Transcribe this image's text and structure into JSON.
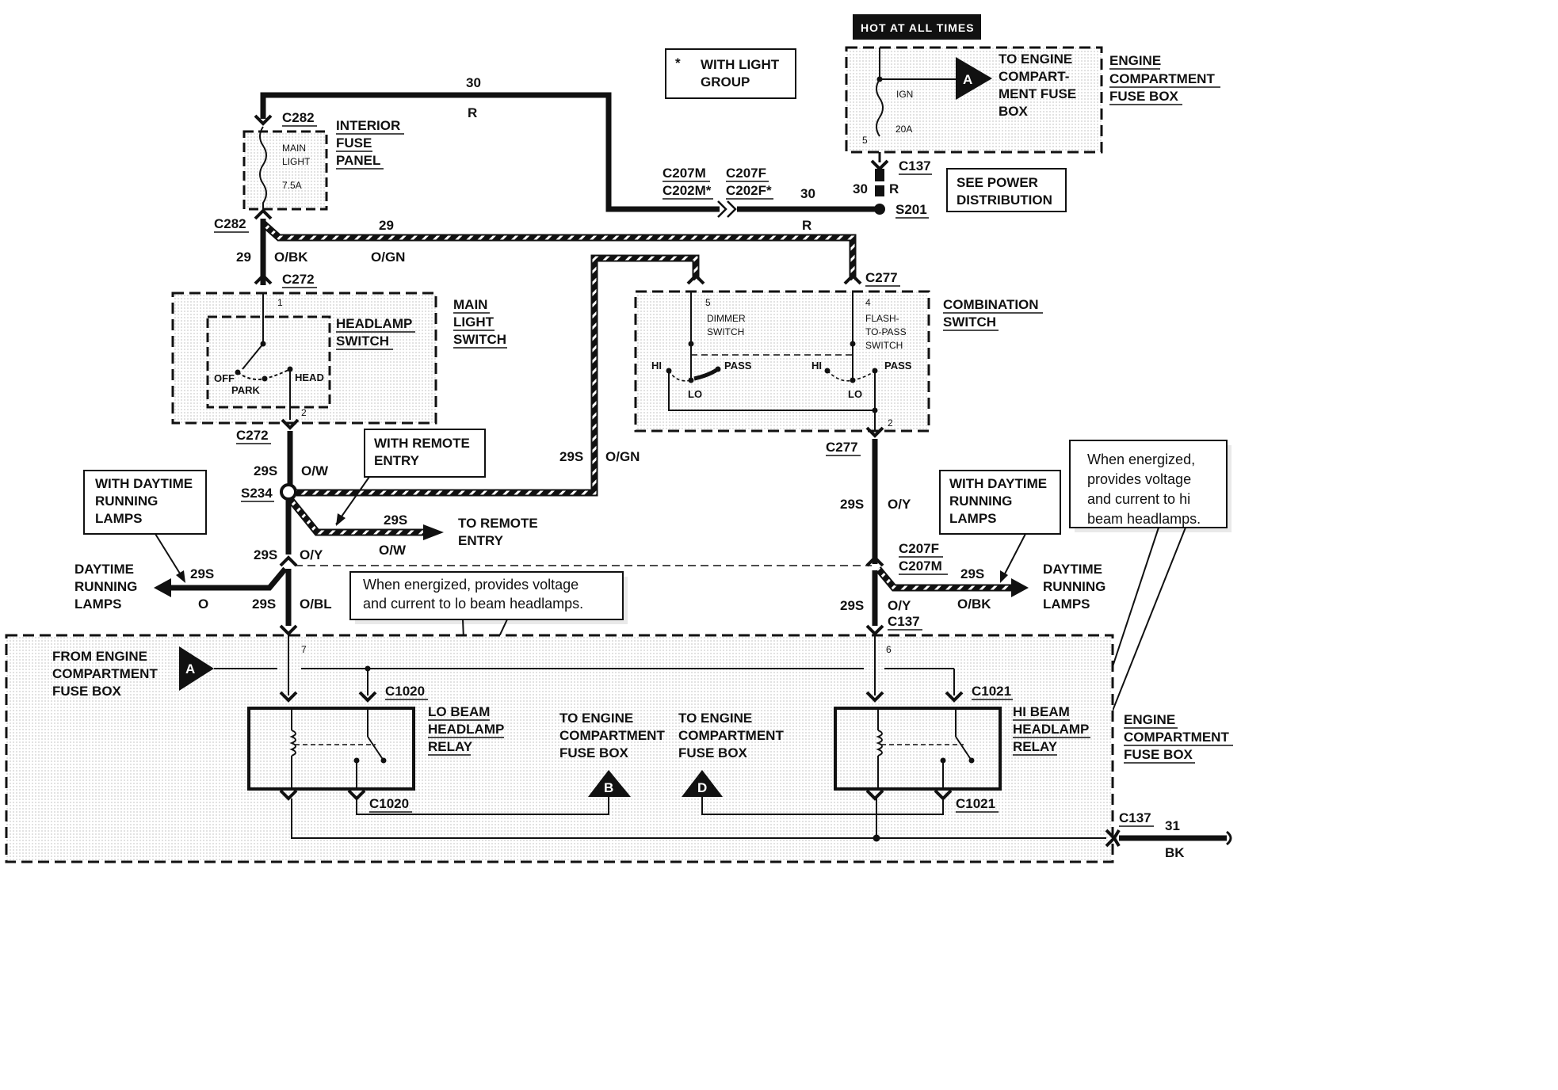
{
  "hot_at_all_times": "HOT AT ALL TIMES",
  "legend": {
    "star": "*",
    "line1": "WITH LIGHT",
    "line2": "GROUP"
  },
  "engine_fuse_top": {
    "arrow_letter": "A",
    "to_lines": [
      "TO ENGINE",
      "COMPART-",
      "MENT FUSE",
      "BOX"
    ],
    "ign": "IGN",
    "amp": "20A",
    "pin": "5",
    "title": [
      "ENGINE",
      "COMPARTMENT",
      "FUSE BOX"
    ]
  },
  "see_power": [
    "SEE POWER",
    "DISTRIBUTION"
  ],
  "interior_fuse": {
    "title": [
      "INTERIOR",
      "FUSE",
      "PANEL"
    ],
    "fuse": [
      "MAIN",
      "LIGHT",
      "7.5A"
    ]
  },
  "main_light_switch": {
    "title": [
      "MAIN",
      "LIGHT",
      "SWITCH"
    ],
    "inner": [
      "HEADLAMP",
      "SWITCH"
    ],
    "positions": {
      "off": "OFF",
      "park": "PARK",
      "head": "HEAD"
    },
    "pin_top": "1",
    "pin_bottom": "2"
  },
  "combination_switch": {
    "title": [
      "COMBINATION",
      "SWITCH"
    ],
    "dimmer": [
      "DIMMER",
      "SWITCH"
    ],
    "flash": [
      "FLASH-",
      "TO-PASS",
      "SWITCH"
    ],
    "pin5": "5",
    "pin4": "4",
    "pin2": "2",
    "hi": "HI",
    "lo": "LO",
    "pass": "PASS"
  },
  "connectors": {
    "c282": "C282",
    "c272": "C272",
    "c277": "C277",
    "c207m": "C207M",
    "c202m": "C202M*",
    "c207f": "C207F",
    "c202f": "C202F*",
    "c137": "C137",
    "s201": "S201",
    "s234": "S234",
    "c1020": "C1020",
    "c1021": "C1021"
  },
  "wires": {
    "w30": "30",
    "r": "R",
    "w29": "29",
    "obk": "O/BK",
    "ogn": "O/GN",
    "w29s": "29S",
    "ow": "O/W",
    "oy": "O/Y",
    "o": "O",
    "obl": "O/BL",
    "w31": "31",
    "bk": "BK"
  },
  "remote_entry": {
    "box": [
      "WITH REMOTE",
      "ENTRY"
    ],
    "to": [
      "TO REMOTE",
      "ENTRY"
    ]
  },
  "drl_left": {
    "box": [
      "WITH DAYTIME",
      "RUNNING",
      "LAMPS"
    ],
    "label": [
      "DAYTIME",
      "RUNNING",
      "LAMPS"
    ]
  },
  "drl_right": {
    "box": [
      "WITH DAYTIME",
      "RUNNING",
      "LAMPS"
    ],
    "label": [
      "DAYTIME",
      "RUNNING",
      "LAMPS"
    ]
  },
  "note_lo": [
    "When energized, provides voltage",
    "and current to lo beam headlamps."
  ],
  "note_hi": [
    "When energized,",
    "provides voltage",
    "and current to hi",
    "beam headlamps."
  ],
  "bottom_box": {
    "from": [
      "FROM ENGINE",
      "COMPARTMENT",
      "FUSE BOX"
    ],
    "from_letter": "A",
    "lo_relay": [
      "LO BEAM",
      "HEADLAMP",
      "RELAY"
    ],
    "hi_relay": [
      "HI BEAM",
      "HEADLAMP",
      "RELAY"
    ],
    "to_b": [
      "TO ENGINE",
      "COMPARTMENT",
      "FUSE BOX"
    ],
    "b_letter": "B",
    "to_d": [
      "TO ENGINE",
      "COMPARTMENT",
      "FUSE BOX"
    ],
    "d_letter": "D",
    "title": [
      "ENGINE",
      "COMPARTMENT",
      "FUSE BOX"
    ],
    "pin7": "7",
    "pin6": "6"
  }
}
